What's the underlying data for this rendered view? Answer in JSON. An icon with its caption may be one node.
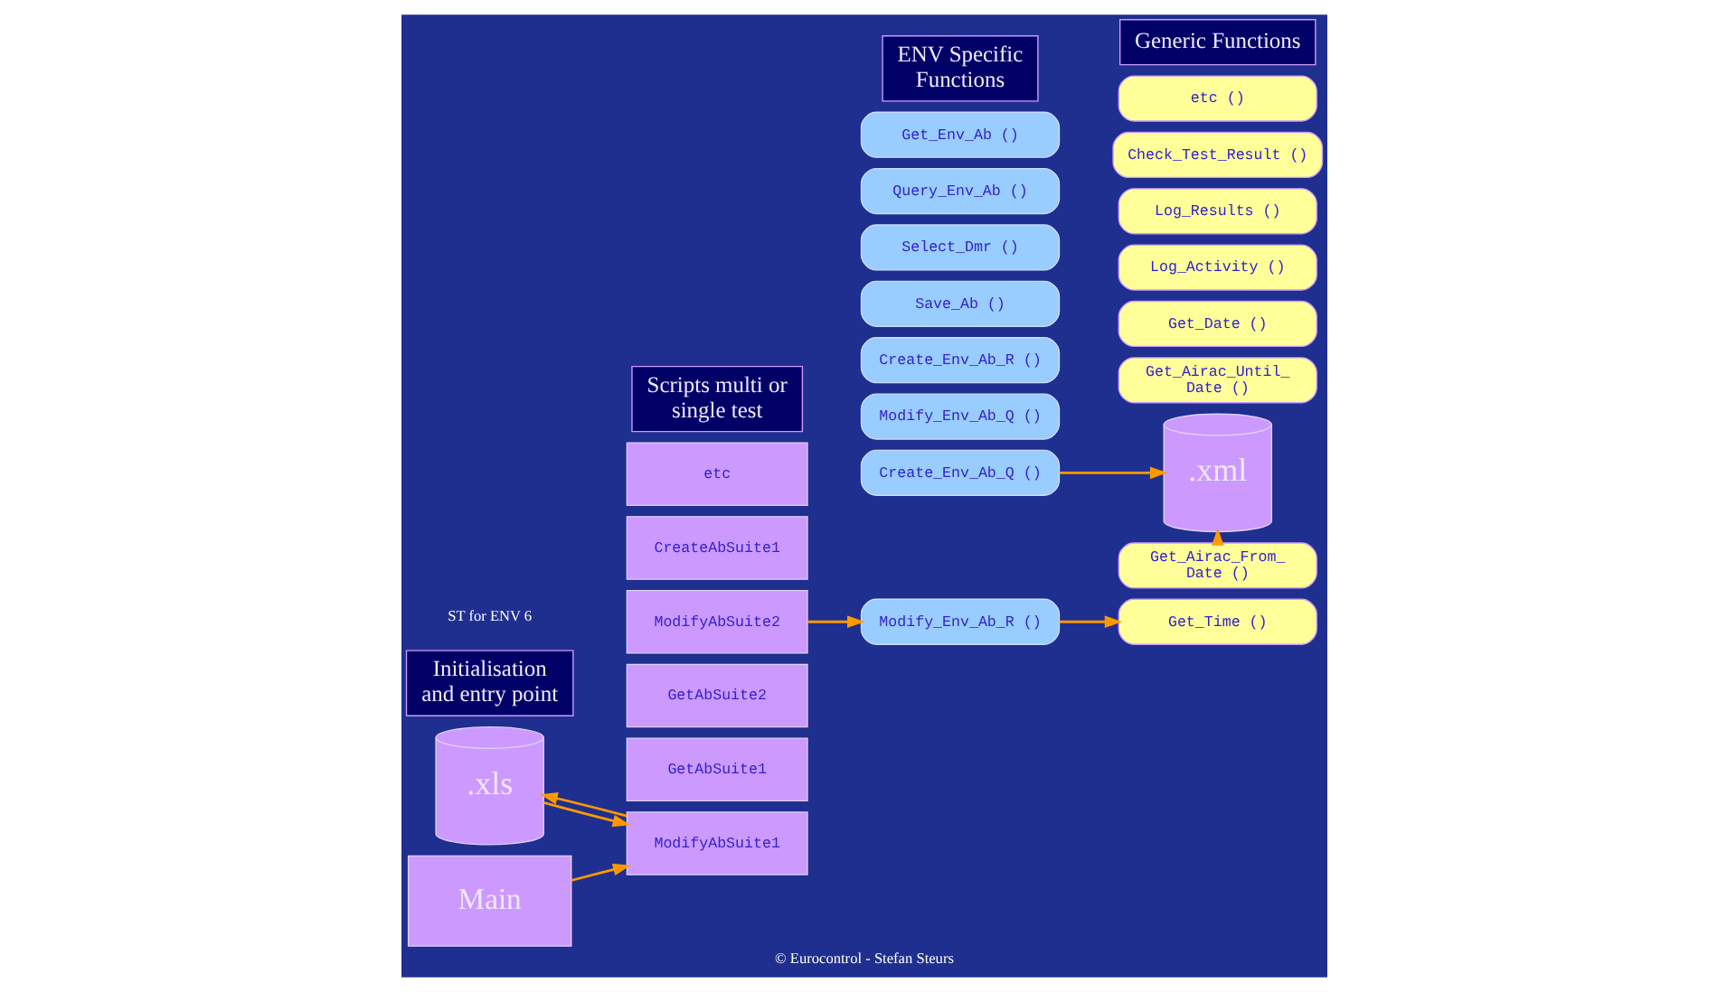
{
  "diagram": {
    "caption": "© Eurocontrol - Stefan Steurs",
    "nodes": [
      {
        "text": [
          ".xls"
        ]
      },
      {
        "text": [
          "Main"
        ]
      },
      {
        "text": [
          "GetAbSuite1"
        ]
      },
      {
        "text": [
          "GetAbSuite2"
        ]
      },
      {
        "text": [
          "ModifyAbSuite1"
        ]
      },
      {
        "text": [
          "ModifyAbSuite2"
        ]
      },
      {
        "text": [
          "CreateAbSuite1"
        ]
      },
      {
        "text": [
          "etc"
        ]
      },
      {
        "text": [
          ".xml"
        ]
      },
      {
        "text": [
          "Create_Env_Ab_Q ()"
        ]
      },
      {
        "text": [
          "Modify_Env_Ab_Q ()"
        ]
      },
      {
        "text": [
          "Create_Env_Ab_R ()"
        ]
      },
      {
        "text": [
          "Modify_Env_Ab_R ()"
        ]
      },
      {
        "text": [
          "Save_Ab ()"
        ]
      },
      {
        "text": [
          "Select_Dmr ()"
        ]
      },
      {
        "text": [
          "Query_Env_Ab ()"
        ]
      },
      {
        "text": [
          "Get_Env_Ab ()"
        ]
      },
      {
        "text": [
          "Get_Airac_From_ Date ()"
        ]
      },
      {
        "text": [
          "Get_Airac_Until_ Date ()"
        ]
      },
      {
        "text": [
          "Get_Date ()"
        ]
      },
      {
        "text": [
          "Get_Time ()"
        ]
      },
      {
        "text": [
          "Log_Activity ()"
        ]
      },
      {
        "text": [
          "Log_Results ()"
        ]
      },
      {
        "text": [
          "Check_Test_Result ()"
        ]
      },
      {
        "text": [
          "etc ()"
        ]
      },
      {
        "text": [
          "Initialisation and entry point"
        ]
      },
      {
        "text": [
          "Scripts multi or single test"
        ]
      },
      {
        "text": [
          "ENV Specific Functions"
        ]
      },
      {
        "text": [
          "Generic Functions"
        ]
      }
    ],
    "edges": [
      {
        "from": 4,
        "to": 0,
        "arrow": "to"
      },
      {
        "from": 0,
        "to": 4,
        "arrow": "to"
      },
      {
        "from": 1,
        "to": 4,
        "arrow": "to"
      },
      {
        "from": 5,
        "to": 12,
        "arrow": "to"
      },
      {
        "from": 9,
        "to": 8,
        "arrow": "to"
      },
      {
        "from": 17,
        "to": 8,
        "arrow": "to"
      },
      {
        "from": 12,
        "to": 20,
        "arrow": "to"
      }
    ],
    "labels": [
      "ST for ENV 6"
    ]
  }
}
